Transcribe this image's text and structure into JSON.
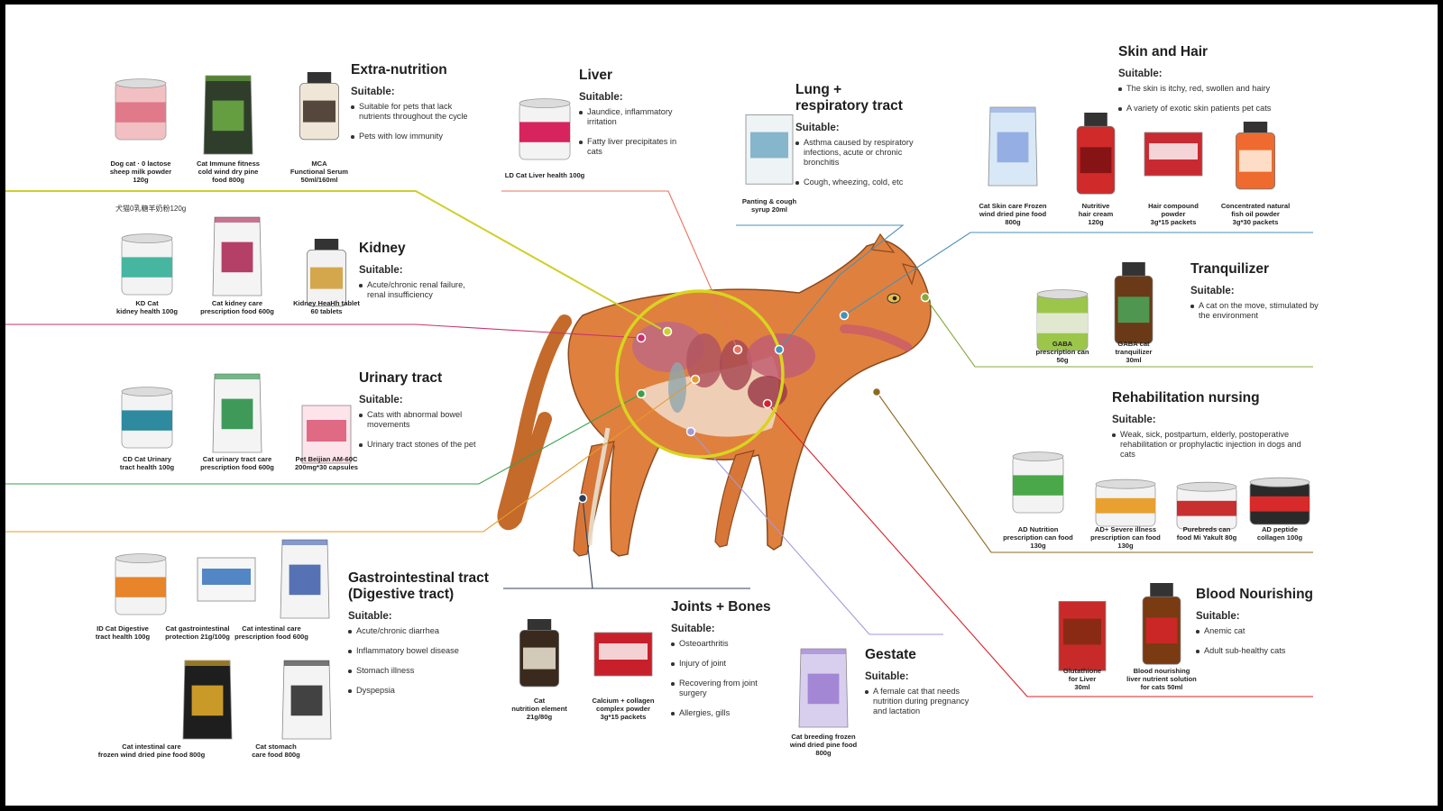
{
  "cn_note": "犬猫0乳糖羊奶粉120g",
  "colors": {
    "extra": "#cfcf2a",
    "liver": "#e8735c",
    "lung": "#4a90b5",
    "skin": "#4a90b5",
    "kidney": "#c8326e",
    "urinary": "#3aa14a",
    "gi": "#e89a2a",
    "joints": "#2e3f5c",
    "gestate": "#a29ad8",
    "blood": "#d8222a",
    "rehab": "#8c6a1e",
    "tranq": "#86a83a",
    "circle": "#d8d420"
  },
  "sections": {
    "extra": {
      "title": "Extra-nutrition",
      "suitable": "Suitable:",
      "bullets": [
        "Suitable for pets that lack nutrients throughout the cycle",
        "Pets with low immunity"
      ],
      "products": [
        {
          "caption": "Dog cat · 0 lactose\nsheep milk powder\n120g",
          "icon": "can-pink"
        },
        {
          "caption": "Cat Immune fitness\ncold wind dry pine\nfood 800g",
          "icon": "bag-green"
        },
        {
          "caption": "MCA\nFunctional Serum\n50ml/160ml",
          "icon": "jar-glass"
        }
      ]
    },
    "liver": {
      "title": "Liver",
      "suitable": "Suitable:",
      "bullets": [
        "Jaundice, inflammatory irritation",
        "Fatty liver precipitates in cats"
      ],
      "products": [
        {
          "caption": "LD Cat Liver health 100g",
          "icon": "can-ld"
        }
      ]
    },
    "lung": {
      "title": "Lung +\nrespiratory tract",
      "suitable": "Suitable:",
      "bullets": [
        "Asthma caused by respiratory infections, acute or chronic bronchitis",
        "Cough, wheezing, cold, etc"
      ],
      "products": [
        {
          "caption": "Panting & cough\nsyrup 20ml",
          "icon": "box-syrup"
        }
      ]
    },
    "skin": {
      "title": "Skin and Hair",
      "suitable": "Suitable:",
      "bullets": [
        "The skin is itchy, red, swollen and hairy",
        "A variety of exotic skin patients pet cats"
      ],
      "products": [
        {
          "caption": "Cat Skin care Frozen\nwind dried pine food\n800g",
          "icon": "bag-holo"
        },
        {
          "caption": "Nutritive\nhair cream\n120g",
          "icon": "tube-red"
        },
        {
          "caption": "Hair compound\npowder\n3g*15 packets",
          "icon": "box-red"
        },
        {
          "caption": "Concentrated natural\nfish oil powder\n3g*30 packets",
          "icon": "tin-orange"
        }
      ]
    },
    "kidney": {
      "title": "Kidney",
      "suitable": "Suitable:",
      "bullets": [
        "Acute/chronic renal failure, renal insufficiency"
      ],
      "products": [
        {
          "caption": "KD Cat\nkidney health 100g",
          "icon": "can-kd"
        },
        {
          "caption": "Cat kidney care\nprescription food 600g",
          "icon": "bag-magenta"
        },
        {
          "caption": "Kidney HeaHh tablet\n60 tablets",
          "icon": "bottle-white"
        }
      ]
    },
    "urinary": {
      "title": "Urinary tract",
      "suitable": "Suitable:",
      "bullets": [
        "Cats with abnormal bowel movements",
        "Urinary tract stones of the pet"
      ],
      "products": [
        {
          "caption": "CD Cat Urinary\ntract health 100g",
          "icon": "can-cd"
        },
        {
          "caption": "Cat urinary tract care\nprescription food 600g",
          "icon": "bag-green2"
        },
        {
          "caption": "Pet Beijian AM-60C\n200mg*30 capsules",
          "icon": "box-pink"
        }
      ]
    },
    "tranq": {
      "title": "Tranquilizer",
      "suitable": "Suitable:",
      "bullets": [
        "A cat on the move, stimulated by the environment"
      ],
      "products": [
        {
          "caption": "GABA\nprescription can\n50g",
          "icon": "can-gaba"
        },
        {
          "caption": "GABA cat\ntranquilizer\n30ml",
          "icon": "dropper-green"
        }
      ]
    },
    "rehab": {
      "title": "Rehabilitation nursing",
      "suitable": "Suitable:",
      "bullets": [
        "Weak, sick, postpartum, elderly, postoperative rehabilitation or prophylactic injection in dogs and cats"
      ],
      "products": [
        {
          "caption": "AD Nutrition\nprescription can food\n130g",
          "icon": "can-ad"
        },
        {
          "caption": "AD+ Severe illness\nprescription can food\n130g",
          "icon": "can-adplus"
        },
        {
          "caption": "Purebreds can\nfood Mi Yakult 80g",
          "icon": "can-red"
        },
        {
          "caption": "AD peptide\ncollagen 100g",
          "icon": "can-black"
        }
      ]
    },
    "gi": {
      "title": "Gastrointestinal tract\n(Digestive tract)",
      "suitable": "Suitable:",
      "bullets": [
        "Acute/chronic diarrhea",
        "Inflammatory bowel disease",
        "Stomach illness",
        "Dyspepsia"
      ],
      "products": [
        {
          "caption": "ID Cat Digestive\ntract health 100g",
          "icon": "can-id"
        },
        {
          "caption": "Cat gastrointestinal\nprotection 21g/100g",
          "icon": "box-white"
        },
        {
          "caption": "Cat intestinal care\nprescription food 600g",
          "icon": "bag-blue"
        },
        {
          "caption": "Cat intestinal care\nfrozen wind dried pine food 800g",
          "icon": "bag-black"
        },
        {
          "caption": "Cat stomach\ncare food 800g",
          "icon": "bag-white"
        }
      ]
    },
    "joints": {
      "title": "Joints + Bones",
      "suitable": "Suitable:",
      "bullets": [
        "Osteoarthritis",
        "Injury of joint",
        "Recovering from joint surgery",
        "Allergies, gills"
      ],
      "products": [
        {
          "caption": "Cat\nnutrition element\n21g/80g",
          "icon": "bottle-brown"
        },
        {
          "caption": "Calcium + collagen\ncomplex powder\n3g*15 packets",
          "icon": "box-red2"
        }
      ]
    },
    "gestate": {
      "title": "Gestate",
      "suitable": "Suitable:",
      "bullets": [
        "A female cat that needs nutrition during pregnancy and lactation"
      ],
      "products": [
        {
          "caption": "Cat breeding frozen\nwind dried pine food\n800g",
          "icon": "bag-lilac"
        }
      ]
    },
    "blood": {
      "title": "Blood Nourishing",
      "suitable": "Suitable:",
      "bullets": [
        "Anemic cat",
        "Adult sub-healthy cats"
      ],
      "products": [
        {
          "caption": "Glutathione\nfor Liver\n30ml",
          "icon": "box-dropper"
        },
        {
          "caption": "Blood nourishing\nliver nutrient solution\nfor cats 50ml",
          "icon": "dropper-red"
        }
      ]
    }
  }
}
